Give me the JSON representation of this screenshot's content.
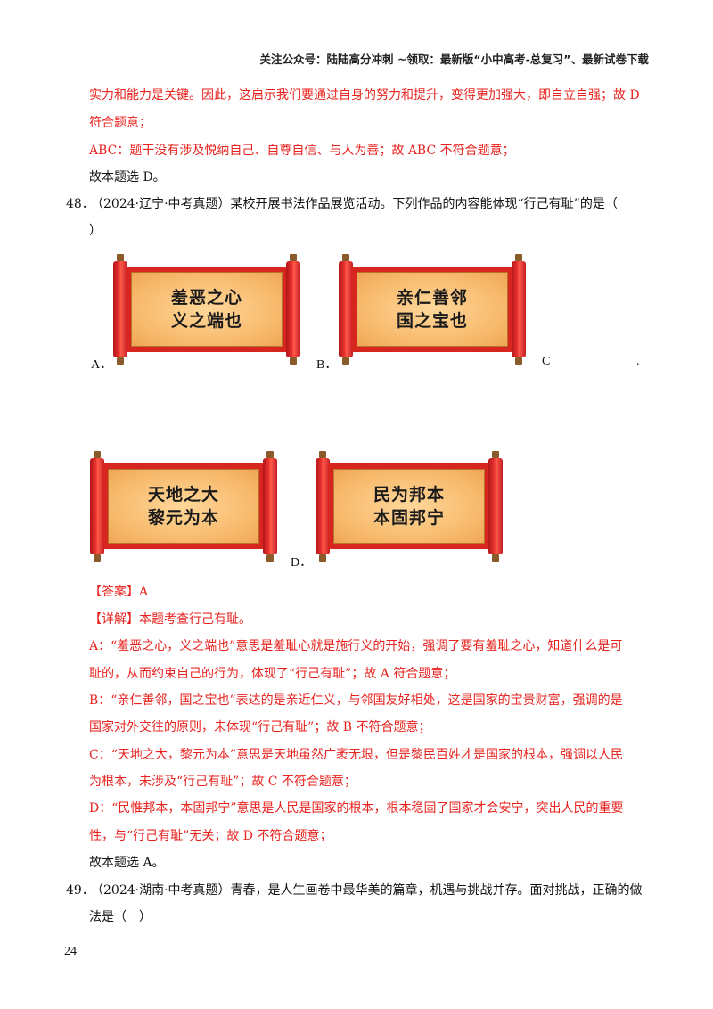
{
  "header": "关注公众号：陆陆高分冲刺 ~领取：最新版“小中高考-总复习”、最新试卷下载",
  "prev": {
    "l1": "实力和能力是关键。因此，这启示我们要通过自身的努力和提升，变得更加强大，即自立自强；故 D",
    "l2": "符合题意；",
    "l3": "ABC：题干没有涉及悦纳自己、自尊自信、与人为善；故 ABC 不符合题意；",
    "l4": "故本题选 D。"
  },
  "q48": {
    "num": "48．",
    "text": "（2024·辽宁·中考真题）某校开展书法作品展览活动。下列作品的内容能体现“行己有耻”的是（",
    "cont": "）",
    "options": [
      {
        "label": "A．",
        "line1": "羞恶之心",
        "line2": "义之端也"
      },
      {
        "label": "B．",
        "line1": "亲仁善邻",
        "line2": "国之宝也"
      },
      {
        "label": "C",
        "line1": "天地之大",
        "line2": "黎元为本"
      },
      {
        "label": "D．",
        "line1": "民为邦本",
        "line2": "本固邦宁"
      }
    ],
    "dot": ".",
    "answer": "【答案】A",
    "detail": "【详解】本题考查行己有耻。",
    "expl": [
      "A：“羞恶之心，义之端也”意思是羞耻心就是施行义的开始，强调了要有羞耻之心，知道什么是可",
      "耻的，从而约束自己的行为，体现了“行己有耻”；故 A 符合题意；",
      "B：“亲仁善邻，国之宝也”表达的是亲近仁义，与邻国友好相处，这是国家的宝贵财富，强调的是",
      "国家对外交往的原则，未体现“行己有耻”；故 B 不符合题意；",
      "C：“天地之大，黎元为本”意思是天地虽然广袤无垠，但是黎民百姓才是国家的根本，强调以人民",
      "为根本，未涉及“行己有耻”；故 C 不符合题意；",
      "D：“民惟邦本，本固邦宁”意思是人民是国家的根本，根本稳固了国家才会安宁，突出人民的重要",
      "性，与“行己有耻”无关；故 D 不符合题意；",
      "故本题选 A。"
    ]
  },
  "q49": {
    "num": "49．",
    "text": "（2024·湖南·中考真题）青春，是人生画卷中最华美的篇章，机遇与挑战并存。面对挑战，正确的做",
    "cont": "法是（　）"
  },
  "page_number": "24"
}
